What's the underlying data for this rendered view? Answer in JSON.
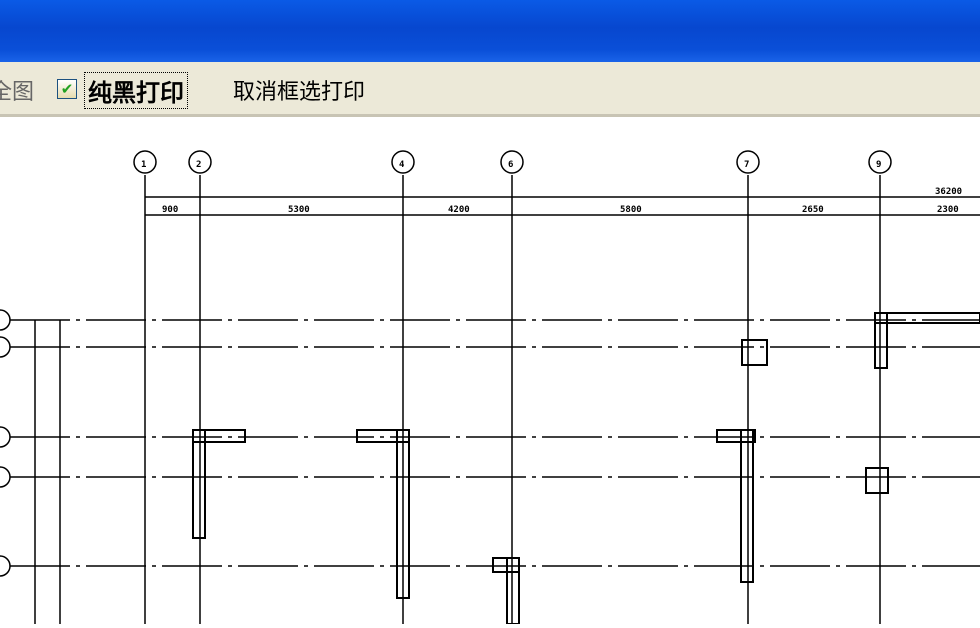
{
  "toolbar": {
    "show_all_label": "全图",
    "pure_black_print": {
      "label": "纯黑打印",
      "checked": true
    },
    "cancel_select_print_label": "取消框选打印"
  },
  "drawing": {
    "axis_labels": [
      "1",
      "2",
      "4",
      "6",
      "7",
      "9"
    ],
    "overall_dimension": "36200",
    "bay_dimensions": [
      "900",
      "5300",
      "4200",
      "5800",
      "2650",
      "2300"
    ]
  }
}
